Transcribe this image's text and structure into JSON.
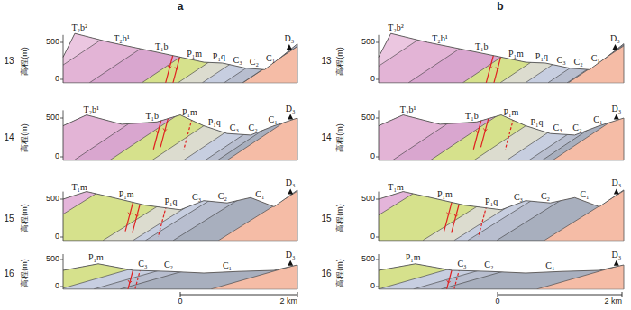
{
  "diagram": {
    "labels": [
      "a",
      "13",
      "高程(m)",
      "500",
      "0",
      "T₂b²",
      "T₂b¹",
      "T₁b",
      "P₁m",
      "P₁q",
      "C₃",
      "C₂",
      "C₁",
      "D₃",
      "14",
      "高程(m)",
      "500",
      "0",
      "T₂b¹",
      "T₁b",
      "P₁m",
      "P₁q",
      "C₃",
      "C₂",
      "C₁",
      "D₃",
      "15",
      "高程(m)",
      "500",
      "0",
      "T₁m",
      "P₁m",
      "P₁q",
      "C₃",
      "C₂",
      "C₁",
      "D₃",
      "16",
      "高程(m)",
      "500",
      "0",
      "P₁m",
      "C₃",
      "C₂",
      "C₁",
      "D₃",
      "b",
      "13",
      "高程(m)",
      "500",
      "0",
      "T₂b²",
      "T₂b¹",
      "T₁b",
      "P₁m",
      "P₁q",
      "C₃",
      "C₂",
      "C₁",
      "D₃",
      "14",
      "高程(m)",
      "500",
      "0",
      "T₂b¹",
      "T₁b",
      "P₁m",
      "P₁q",
      "C₃",
      "C₂",
      "C₁",
      "D₃",
      "15",
      "高程(m)",
      "500",
      "0",
      "T₁m",
      "P₁m",
      "P₁q",
      "C₃",
      "C₂",
      "C₁",
      "D₃",
      "16",
      "高程(m)",
      "500",
      "0",
      "P₁m",
      "C₃",
      "C₂",
      "C₁",
      "D₃",
      "0",
      "2 km",
      "0",
      "2 km"
    ]
  }
}
